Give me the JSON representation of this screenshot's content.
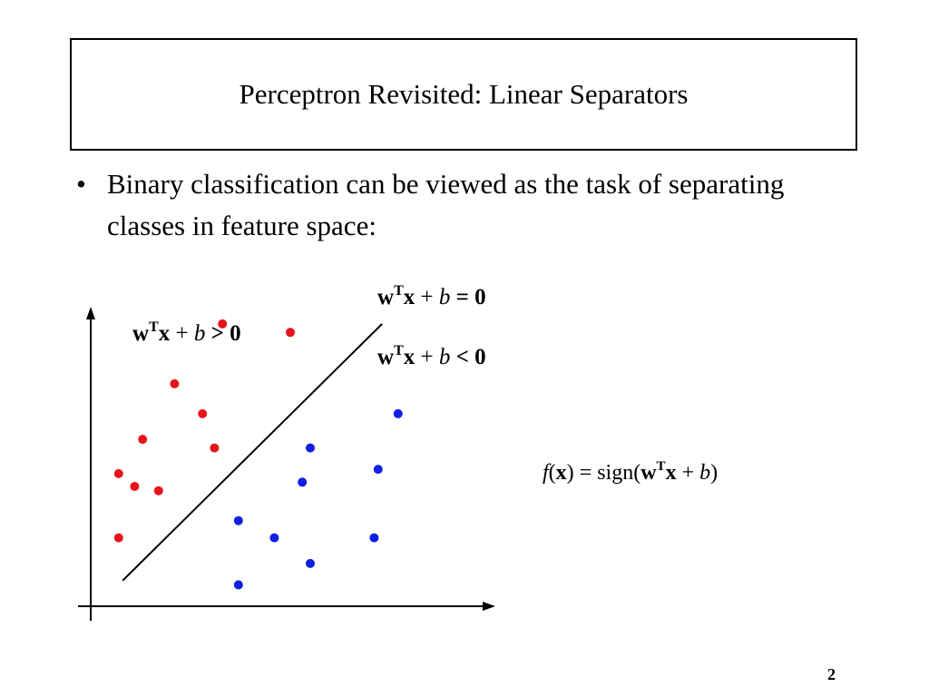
{
  "slide": {
    "title": "Perceptron Revisited:  Linear Separators",
    "bullet_char": "•",
    "bullet_text": "Binary classification can be viewed as the task of separating classes in feature space:",
    "page_number": "2"
  },
  "equations": {
    "boundary": {
      "vec": "w",
      "sup": "T",
      "x": "x",
      "plus": " + ",
      "b": "b",
      "rel": " = 0"
    },
    "positive": {
      "vec": "w",
      "sup": "T",
      "x": "x",
      "plus": " + ",
      "b": "b",
      "rel": " > 0"
    },
    "negative": {
      "vec": "w",
      "sup": "T",
      "x": "x",
      "plus": " + ",
      "b": "b",
      "rel": " < 0"
    },
    "classifier": {
      "f": "f",
      "open": "(",
      "x": "x",
      "mid": ") = sign(",
      "vec": "w",
      "sup": "T",
      "x2": "x",
      "plus": " + ",
      "b": "b",
      "close": ")"
    }
  },
  "colors": {
    "positive_class": "#e8141c",
    "negative_class": "#1020e0",
    "line": "#000000"
  },
  "chart_data": {
    "type": "scatter",
    "title": "",
    "xlabel": "",
    "ylabel": "",
    "grid": false,
    "xlim": [
      0,
      10
    ],
    "ylim": [
      0,
      7
    ],
    "series": [
      {
        "values": [
          [
            3.3,
            6.6
          ],
          [
            5.0,
            6.4
          ],
          [
            2.1,
            5.2
          ],
          [
            2.8,
            4.5
          ],
          [
            1.3,
            3.9
          ],
          [
            3.1,
            3.7
          ],
          [
            0.7,
            3.1
          ],
          [
            1.1,
            2.8
          ],
          [
            1.7,
            2.7
          ],
          [
            0.7,
            1.6
          ]
        ]
      },
      {
        "values": [
          [
            7.7,
            4.5
          ],
          [
            5.5,
            3.7
          ],
          [
            7.2,
            3.2
          ],
          [
            5.3,
            2.9
          ],
          [
            3.7,
            2.0
          ],
          [
            4.6,
            1.6
          ],
          [
            7.1,
            1.6
          ],
          [
            5.5,
            1.0
          ],
          [
            3.7,
            0.5
          ]
        ]
      }
    ],
    "separator": {
      "from": [
        0.8,
        0.6
      ],
      "to": [
        7.3,
        6.6
      ]
    }
  }
}
